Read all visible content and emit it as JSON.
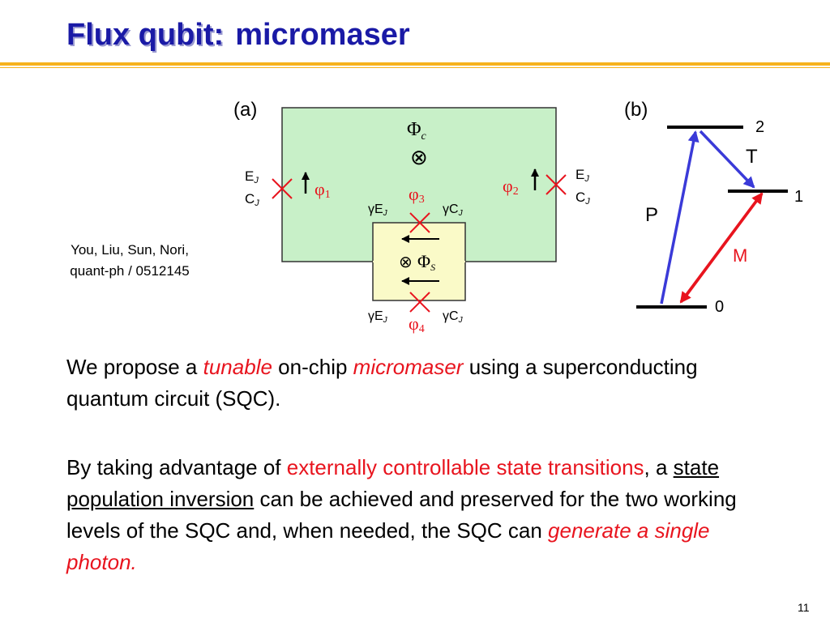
{
  "title": {
    "main": "Flux qubit:",
    "sub": "micromaser"
  },
  "citation": {
    "line1": "You, Liu, Sun, Nori,",
    "line2": "quant-ph / 0512145"
  },
  "figure_a": {
    "panel_label": "(a)",
    "phi_c": "Φ",
    "phi_c_sub": "c",
    "phi_s": "Φ",
    "phi_s_sub": "S",
    "otimes": "⊗",
    "left_ej": "E",
    "left_ej_sub": "J",
    "left_cj": "C",
    "left_cj_sub": "J",
    "right_ej": "E",
    "right_ej_sub": "J",
    "right_cj": "C",
    "right_cj_sub": "J",
    "phi1": "φ",
    "phi1_sub": "1",
    "phi2": "φ",
    "phi2_sub": "2",
    "phi3": "φ",
    "phi3_sub": "3",
    "phi4": "φ",
    "phi4_sub": "4",
    "gamma_ej": "γE",
    "gamma_ej_sub": "J",
    "gamma_cj": "γC",
    "gamma_cj_sub": "J",
    "colors": {
      "loop_fill": "#c8f0c8",
      "small_loop_fill": "#fafac8",
      "junction": "#e8141e",
      "phi_text": "#e8141e"
    }
  },
  "figure_b": {
    "panel_label": "(b)",
    "level2": "2",
    "level1": "1",
    "level0": "0",
    "arrow_T": "T",
    "arrow_P": "P",
    "arrow_M": "M",
    "colors": {
      "blue_arrow": "#3a3ad8",
      "red_arrow": "#e8141e"
    }
  },
  "para1": {
    "a": "We propose a ",
    "b": "tunable",
    "c": " on-chip ",
    "d": "micromaser",
    "e": " using a superconducting quantum circuit (SQC)."
  },
  "para2": {
    "a": "By taking advantage of ",
    "b": "externally controllable state transitions",
    "c": ", a ",
    "d": "state population inversion",
    "e": " can be achieved and preserved for the two working levels of the SQC and, when needed, the SQC can ",
    "f": "generate a single photon."
  },
  "page_number": "11"
}
